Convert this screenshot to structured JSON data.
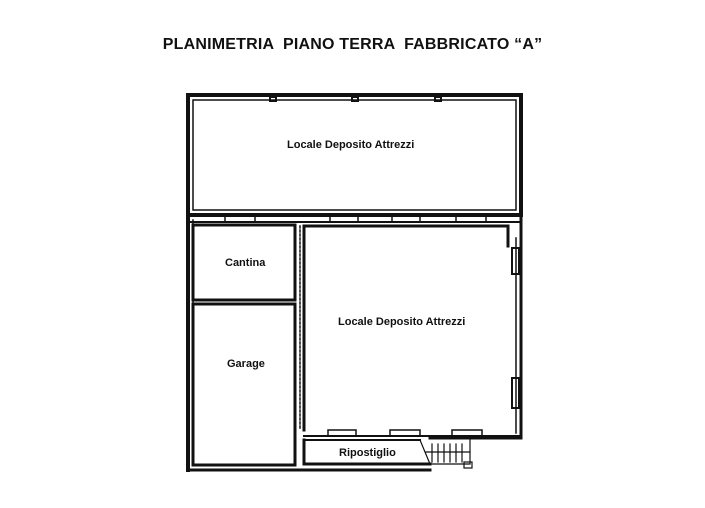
{
  "title": "PLANIMETRIA  PIANO TERRA  FABBRICATO “A”",
  "rooms": [
    {
      "id": "deposito-1",
      "label": "Locale Deposito Attrezzi"
    },
    {
      "id": "cantina",
      "label": "Cantina"
    },
    {
      "id": "deposito-2",
      "label": "Locale Deposito Attrezzi"
    },
    {
      "id": "garage",
      "label": "Garage"
    },
    {
      "id": "ripostiglio",
      "label": "Ripostiglio"
    }
  ],
  "colors": {
    "wall": "#111111",
    "background": "#ffffff"
  }
}
